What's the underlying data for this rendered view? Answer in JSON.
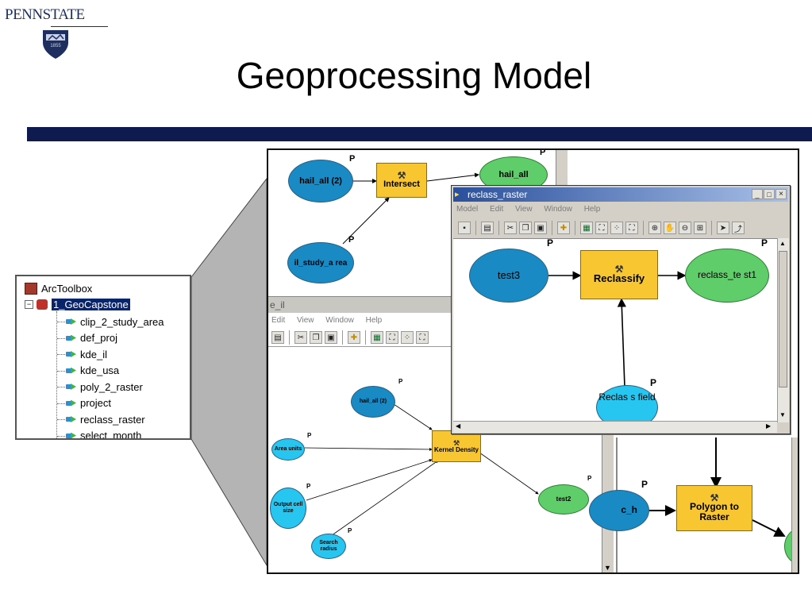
{
  "header": {
    "logo_text": "PENNSTATE",
    "logo_year": "1855",
    "title": "Geoprocessing Model"
  },
  "colors": {
    "navy_bar": "#0f1a4e",
    "process_yellow": "#f8c630",
    "input_blue": "#1a8ac4",
    "param_cyan": "#26c6f0",
    "output_green": "#5fce6a"
  },
  "toolbox": {
    "root": "ArcToolbox",
    "toolset": "1_GeoCapstone",
    "tools": [
      "clip_2_study_area",
      "def_proj",
      "kde_il",
      "kde_usa",
      "poly_2_raster",
      "project",
      "reclass_raster",
      "select_month"
    ]
  },
  "intersect_model": {
    "input1": "hail_all (2)",
    "input2": "il_study_a rea",
    "process": "Intersect",
    "output": "hail_all",
    "param_marker": "P"
  },
  "kde_window": {
    "title": "e_il",
    "menu": [
      "Edit",
      "View",
      "Window",
      "Help"
    ],
    "nodes": {
      "hail": "hail_all (2)",
      "area": "Area units",
      "cell": "Output cell size",
      "search": "Search radius",
      "process": "Kernel Density",
      "output": "test2"
    },
    "param_marker": "P"
  },
  "poly_window": {
    "input": "c_h",
    "process": "Polygon to Raster",
    "param_marker": "P"
  },
  "reclass_window": {
    "title": "reclass_raster",
    "controls": [
      "_",
      "□",
      "×"
    ],
    "menu": [
      "Model",
      "Edit",
      "View",
      "Window",
      "Help"
    ],
    "nodes": {
      "input": "test3",
      "process": "Reclassify",
      "output": "reclass_te st1",
      "field": "Reclas s field"
    },
    "param_marker": "P"
  },
  "icons": [
    "save-icon",
    "print-icon",
    "cut-icon",
    "copy-icon",
    "paste-icon",
    "add-data-icon",
    "grid-icon",
    "select-icon",
    "zoom-in-icon",
    "pan-icon",
    "arrow-icon"
  ]
}
